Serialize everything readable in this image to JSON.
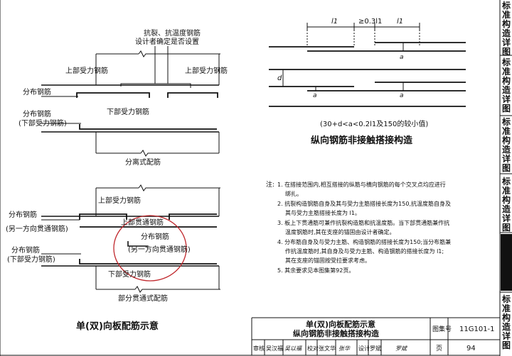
{
  "top_figure": {
    "crack_note_1": "抗裂、抗温度钢筋",
    "crack_note_2": "设计者确定是否设置",
    "upper_left": "上部受力钢筋",
    "upper_right": "上部受力钢筋",
    "dist_bar": "分布钢筋",
    "dist_bar_2": "分布钢筋",
    "dist_bar_2_sub": "(下部受力钢筋)",
    "lower_bar": "下部受力钢筋",
    "caption": "分离式配筋"
  },
  "bottom_figure": {
    "upper_bar": "上部受力钢筋",
    "dist_left_1": "分布钢筋",
    "dist_left_1_sub": "(另一方向贯通钢筋)",
    "upper_through": "上部贯通钢筋",
    "dist_mid": "分布钢筋",
    "dist_mid_sub": "(另一方向贯通钢筋)",
    "dist_left_2": "分布钢筋",
    "dist_left_2_sub": "(下部受力钢筋)",
    "lower_bar": "下部受力钢筋",
    "caption": "部分贯通式配筋"
  },
  "left_title": "单(双)向板配筋示意",
  "splice": {
    "dim_l1_left": "l1",
    "dim_gap": "≥0.3l1",
    "dim_l1_right": "l1",
    "label_a": "a",
    "label_d": "d",
    "formula": "(30+d<a<0.2l1及150的较小值)",
    "title": "纵向钢筋非接触搭接构造"
  },
  "notes": {
    "heading": "注:",
    "items": [
      "1. 在搭接范围内,相互搭接的纵筋与横向钢筋的每个交叉点均应进行",
      "绑扎。",
      "2. 抗裂构造钢筋自身及其与受力主筋搭接长度为150,抗温度筋自身及",
      "其与受力主筋搭接长度为 l1。",
      "3. 板上下贯通筋可兼作抗裂构造筋和抗温度筋。当下部贯通筋兼作抗",
      "温度钢筋时,其在支座的锚固由设计者确定。",
      "4. 分布筋自身及与受力主筋、构造钢筋的搭接长度为150;当分布筋兼",
      "作抗温度筋时,其自身及与受力主筋、构造钢筋的搭接长度为 l1;",
      "其在支座的锚固按受拉要求考虑。",
      "5. 其余要求见本图集第92页。"
    ]
  },
  "sidebar": [
    "标准构造详图",
    "标准构造详图",
    "标准构造详图",
    "标准构造详图",
    "标准构造详图"
  ],
  "title_block": {
    "title_1": "单(双)向板配筋示意",
    "title_2": "纵向钢筋非接触搭接构造",
    "atlas_label": "图集号",
    "atlas_no": "11G101-1",
    "review_label": "审核",
    "reviewer": "吴汉福",
    "reviewer_sign": "吴以福",
    "check_label": "校对",
    "checker": "张文华",
    "checker_sign": "张华",
    "design_label": "设计",
    "designer": "罗斌",
    "designer_sign": "罗斌",
    "page_label": "页",
    "page_no": "94"
  }
}
